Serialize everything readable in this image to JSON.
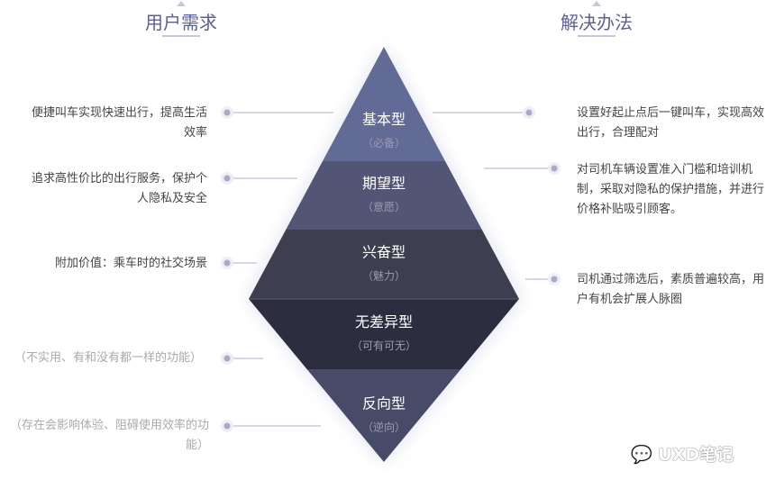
{
  "headers": {
    "left": "用户需求",
    "right": "解决办法"
  },
  "levels": [
    {
      "name": "基本型",
      "sub": "（必备）",
      "color": "#626a96"
    },
    {
      "name": "期望型",
      "sub": "（意愿）",
      "color": "#525674"
    },
    {
      "name": "兴奋型",
      "sub": "（魅力）",
      "color": "#3d3f50"
    },
    {
      "name": "无差异型",
      "sub": "（可有可无）",
      "color": "#2c2e40"
    },
    {
      "name": "反向型",
      "sub": "（逆向）",
      "color": "#474b68"
    }
  ],
  "needs": [
    "便捷叫车实现快速出行，提高生活效率",
    "追求高性价比的出行服务，保护个人隐私及安全",
    "附加价值：乘车时的社交场景",
    "（不实用、有和没有都一样的功能）",
    "（存在会影响体验、阻碍使用效率的功能）"
  ],
  "solutions": [
    "设置好起止点后一键叫车，实现高效出行，合理配对",
    "对司机车辆设置准入门槛和培训机制，采取对隐私的保护措施，并进行价格补贴吸引顾客。",
    "司机通过筛选后，素质普遍较高，用户有机会扩展人脉圈"
  ],
  "watermark": "UXD笔记"
}
